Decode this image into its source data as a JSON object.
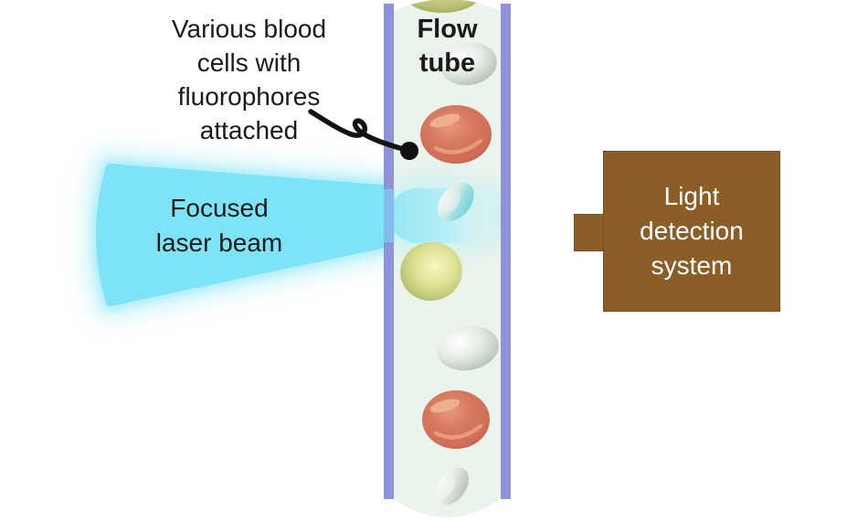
{
  "labels": {
    "cells_annotation": {
      "lines": [
        "Various blood",
        "cells with",
        "fluorophores",
        "attached"
      ]
    },
    "flow_tube": {
      "lines": [
        "Flow",
        "tube"
      ]
    },
    "laser_beam": {
      "lines": [
        "Focused",
        "laser beam"
      ]
    },
    "light_detector": {
      "lines": [
        "Light",
        "detection",
        "system"
      ]
    }
  },
  "colors": {
    "laser_core": "#7de4f7",
    "laser_glow": "#c9f2fa",
    "tube_wall": "#8d92db",
    "tube_fluid": "#eaf3ec",
    "detector_box": "#8c5e27",
    "detector_text": "#ffffff",
    "red_cell": "#d3745e",
    "white_cell": "#c3cfc3",
    "fluorescent_cell": "#dee293",
    "disc_cell_lit": "#8fd9da",
    "partial_cell": "#a8ad64",
    "annotation_text": "#1a1a1a",
    "pointer_line": "#111111"
  },
  "scene": {
    "laser_direction": "left to right into flow tube",
    "detector_position": "right of flow tube",
    "cells": [
      {
        "kind": "white blood cell",
        "color": "#c3cfc3",
        "position": "upper tube"
      },
      {
        "kind": "red blood cell",
        "color": "#d3745e",
        "position": "above laser beam"
      },
      {
        "kind": "tilted disc cell",
        "color": "#8fd9da",
        "position": "inside laser beam"
      },
      {
        "kind": "fluorescing cell",
        "color": "#dee293",
        "position": "just below laser beam"
      },
      {
        "kind": "white blood cell",
        "color": "#c3cfc3",
        "position": "lower tube"
      },
      {
        "kind": "red blood cell",
        "color": "#d3745e",
        "position": "lower tube"
      },
      {
        "kind": "tilted disc cell",
        "color": "#cfd8cd",
        "position": "tube bottom"
      },
      {
        "kind": "partial cell",
        "color": "#a8ad64",
        "position": "tube top edge"
      }
    ]
  }
}
